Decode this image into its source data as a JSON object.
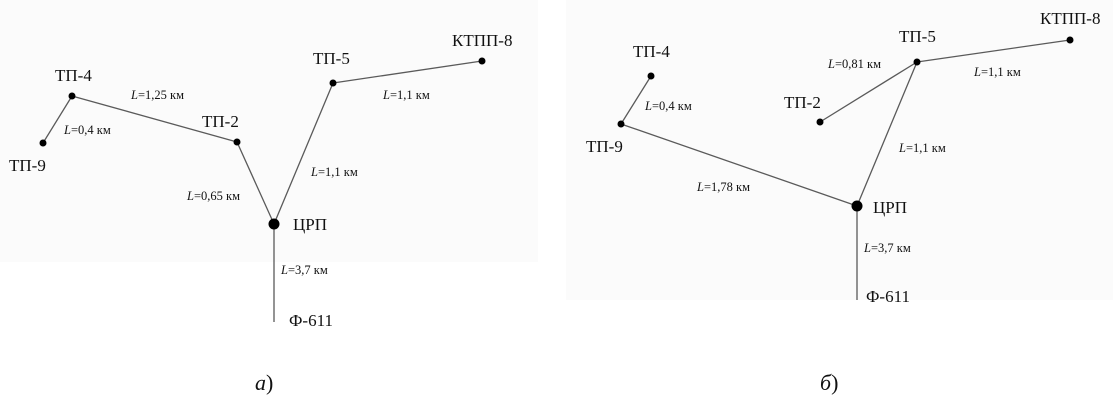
{
  "diagram_a": {
    "caption": {
      "letter": "а",
      "paren": ")"
    },
    "nodes": {
      "tp4": "ТП-4",
      "tp9": "ТП-9",
      "tp2": "ТП-2",
      "tp5": "ТП-5",
      "ktpp8": "КТПП-8",
      "crp": "ЦРП",
      "f611": "Ф-611"
    },
    "edges": {
      "tp4_tp9": {
        "sym": "L",
        "text": "=0,4 км"
      },
      "tp4_tp2": {
        "sym": "L",
        "text": "=1,25 км"
      },
      "tp2_crp": {
        "sym": "L",
        "text": "=0,65 км"
      },
      "tp5_crp": {
        "sym": "L",
        "text": "=1,1 км"
      },
      "tp5_ktpp8": {
        "sym": "L",
        "text": "=1,1 км"
      },
      "crp_f611": {
        "sym": "L",
        "text": "=3,7 км"
      }
    }
  },
  "diagram_b": {
    "caption": {
      "letter": "б",
      "paren": ")"
    },
    "nodes": {
      "tp4": "ТП-4",
      "tp9": "ТП-9",
      "tp2": "ТП-2",
      "tp5": "ТП-5",
      "ktpp8": "КТПП-8",
      "crp": "ЦРП",
      "f611": "Ф-611"
    },
    "edges": {
      "tp4_tp9": {
        "sym": "L",
        "text": "=0,4 км"
      },
      "tp9_crp": {
        "sym": "L",
        "text": "=1,78 км"
      },
      "tp2_tp5": {
        "sym": "L",
        "text": "=0,81 км"
      },
      "tp5_ktpp8": {
        "sym": "L",
        "text": "=1,1 км"
      },
      "tp5_crp": {
        "sym": "L",
        "text": "=1,1 км"
      },
      "crp_f611": {
        "sym": "L",
        "text": "=3,7 км"
      }
    }
  }
}
